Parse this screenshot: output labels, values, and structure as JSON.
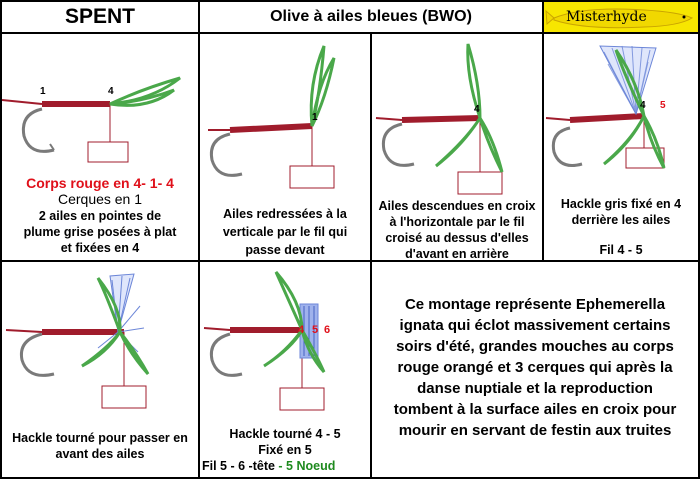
{
  "header": {
    "spent": "SPENT",
    "title": "Olive à ailes bleues (BWO)",
    "logo": "Misterhyde"
  },
  "panels": [
    {
      "marks": [
        "1",
        "4"
      ],
      "caption_red": "Corps rouge en 4- 1- 4",
      "caption_lines": [
        "Cerques en 1",
        "2 ailes en pointes de",
        "plume grise posées à plat",
        "et fixées en 4"
      ]
    },
    {
      "marks": [
        "1"
      ],
      "caption_lines": [
        "Ailes redressées à la",
        "verticale par le fil qui",
        "passe devant"
      ]
    },
    {
      "marks": [
        "4"
      ],
      "caption_lines": [
        "Ailes descendues en croix",
        "à l'horizontale par le fil",
        "croisé au dessus d'elles",
        "d'avant en arrière"
      ]
    },
    {
      "marks": [
        "4",
        "5"
      ],
      "caption_lines": [
        "Hackle gris fixé en 4",
        "derrière les ailes"
      ],
      "thread": "Fil 4 - 5"
    },
    {
      "marks": [],
      "caption_lines": [
        "Hackle tourné pour passer en",
        "avant des ailes"
      ]
    },
    {
      "marks": [
        "4",
        "5",
        "6"
      ],
      "caption_lines": [
        "Hackle tourné 4 - 5",
        "Fixé en 5"
      ],
      "thread_black": "Fil 5 - 6 -tête",
      "thread_green": "- 5 Noeud"
    }
  ],
  "description": [
    "Ce montage représente Ephemerella",
    "ignata qui éclot massivement certains",
    "soirs d'été, grandes mouches au corps",
    "rouge orangé et 3 cerques qui après la",
    "danse nuptiale et la reproduction",
    "tombent à la surface ailes en croix pour",
    "mourir en servant de festin aux truites"
  ],
  "colors": {
    "body": "#a01c2c",
    "wing": "#4aa84a",
    "hackle": "#6c86d8",
    "hook": "#7a7a7a",
    "label_red": "#e0101a",
    "label_green": "#1e8a1e",
    "logo_band": "#f7e600"
  }
}
